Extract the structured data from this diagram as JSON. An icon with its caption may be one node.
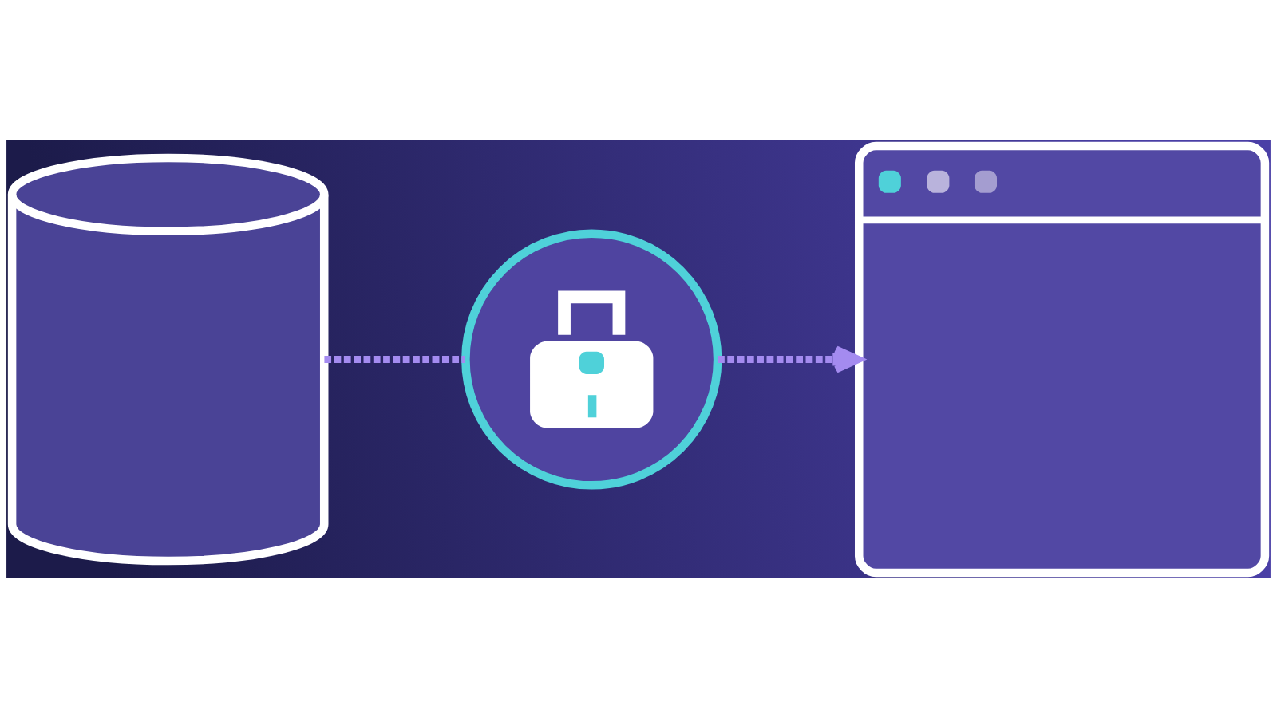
{
  "diagram": {
    "nodes": [
      {
        "text": [],
        "shape": "cylinder"
      },
      {
        "text": [],
        "shape": "circle"
      },
      {
        "text": [],
        "shape": "box"
      }
    ],
    "edges": [
      {
        "from": 0,
        "to": 1,
        "arrow": "none",
        "style": "dashed"
      },
      {
        "from": 1,
        "to": 2,
        "arrow": "to",
        "style": "dashed"
      }
    ]
  }
}
